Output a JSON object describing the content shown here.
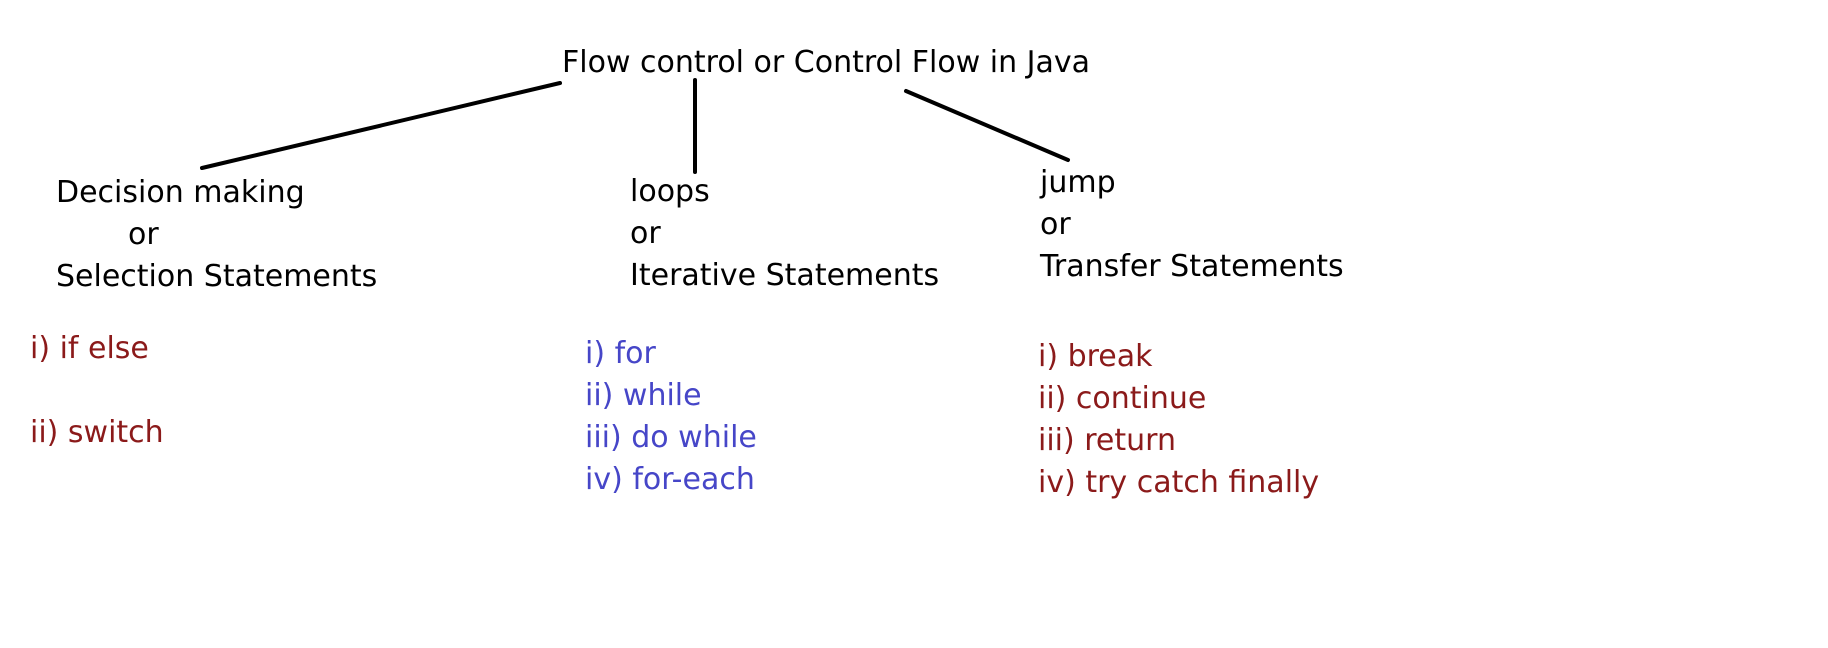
{
  "title": "Flow control or Control Flow in Java",
  "branches": [
    {
      "id": "decision",
      "heading": [
        "Decision making",
        "or",
        "Selection Statements"
      ],
      "items": [
        "i) if else",
        "ii) switch"
      ],
      "item_color": "#8b1a1a"
    },
    {
      "id": "loops",
      "heading": [
        "loops",
        "or",
        "Iterative Statements"
      ],
      "items": [
        "i) for",
        "ii) while",
        "iii) do while",
        "iv) for-each"
      ],
      "item_color": "#4646c8"
    },
    {
      "id": "jump",
      "heading": [
        "jump",
        "or",
        "Transfer Statements"
      ],
      "items": [
        "i) break",
        "ii) continue",
        "iii) return",
        "iv) try catch finally"
      ],
      "item_color": "#8b1a1a"
    }
  ],
  "colors": {
    "text": "#000000",
    "lines": "#000000",
    "background": "#ffffff"
  }
}
